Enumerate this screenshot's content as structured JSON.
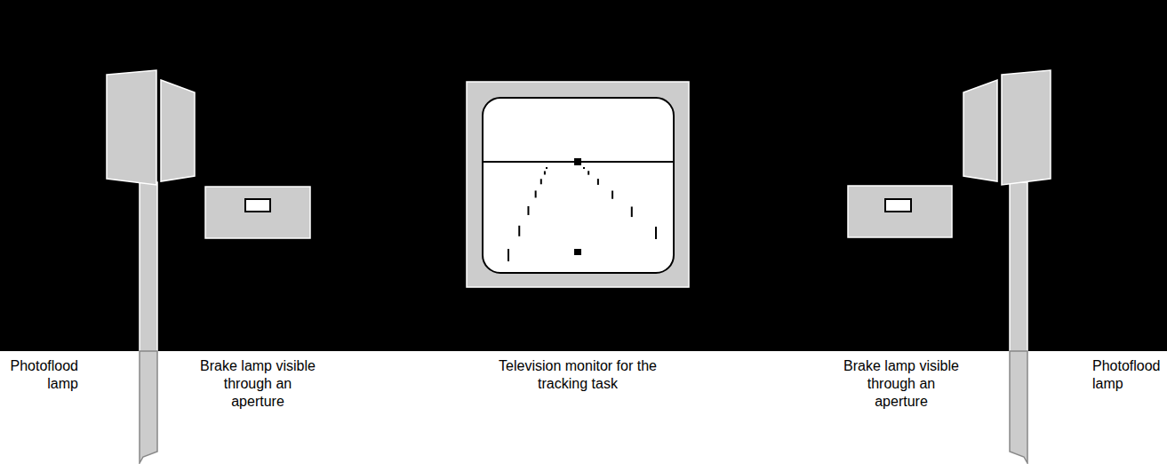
{
  "diagram": {
    "labels": [
      "Photoflood lamp",
      "Brake lamp visible through an aperture",
      "Television monitor for the tracking task",
      "Brake lamp visible through an aperture",
      "Photoflood lamp"
    ]
  }
}
